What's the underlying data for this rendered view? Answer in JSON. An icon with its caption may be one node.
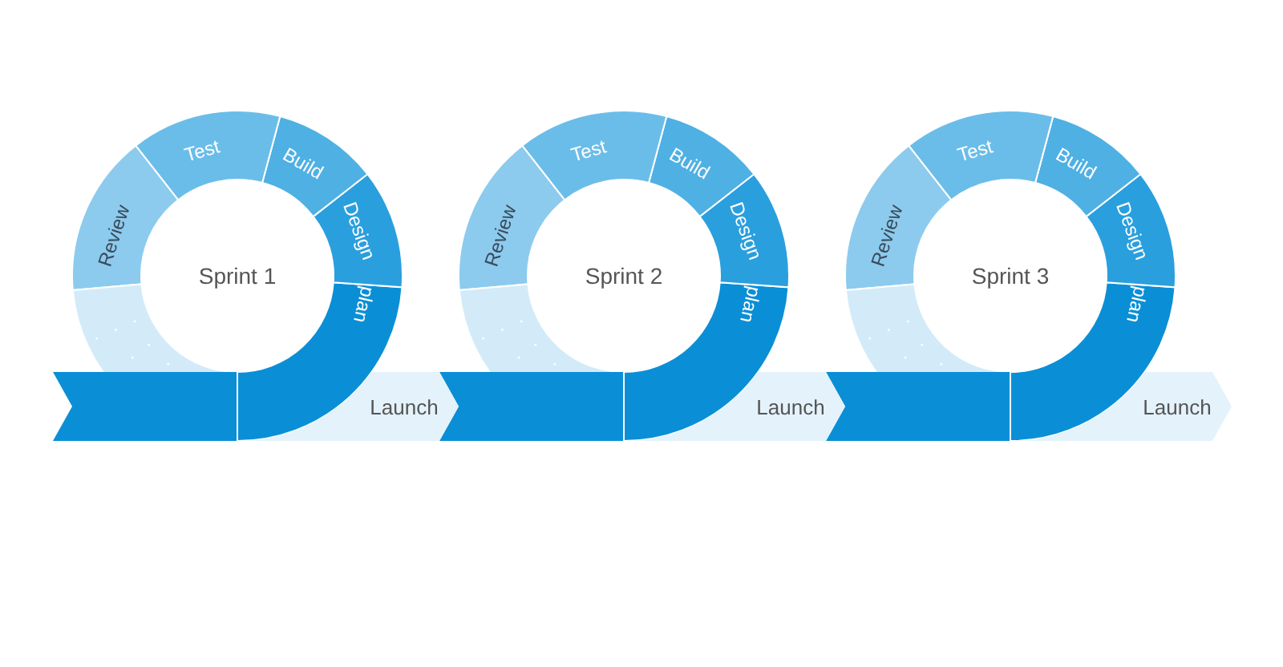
{
  "diagram": {
    "nodes": [
      {
        "text": [],
        "shape": "bar"
      },
      {
        "text": [
          "plan"
        ]
      },
      {
        "text": [
          "Design"
        ]
      },
      {
        "text": [
          "Build"
        ]
      },
      {
        "text": [
          "Test"
        ]
      },
      {
        "text": [
          "Review"
        ]
      },
      {
        "text": [],
        "shape": "segment"
      },
      {
        "text": [
          "Sprint 1"
        ]
      },
      {
        "text": [
          "Launch"
        ]
      },
      {
        "text": [],
        "shape": "bar"
      },
      {
        "text": [
          "plan"
        ]
      },
      {
        "text": [
          "Design"
        ]
      },
      {
        "text": [
          "Build"
        ]
      },
      {
        "text": [
          "Test"
        ]
      },
      {
        "text": [
          "Review"
        ]
      },
      {
        "text": [],
        "shape": "segment"
      },
      {
        "text": [
          "Sprint 2"
        ]
      },
      {
        "text": [
          "Launch"
        ]
      },
      {
        "text": [],
        "shape": "bar"
      },
      {
        "text": [
          "plan"
        ]
      },
      {
        "text": [
          "Design"
        ]
      },
      {
        "text": [
          "Build"
        ]
      },
      {
        "text": [
          "Test"
        ]
      },
      {
        "text": [
          "Review"
        ]
      },
      {
        "text": [],
        "shape": "segment"
      },
      {
        "text": [
          "Sprint 3"
        ]
      },
      {
        "text": [
          "Launch"
        ]
      }
    ]
  }
}
